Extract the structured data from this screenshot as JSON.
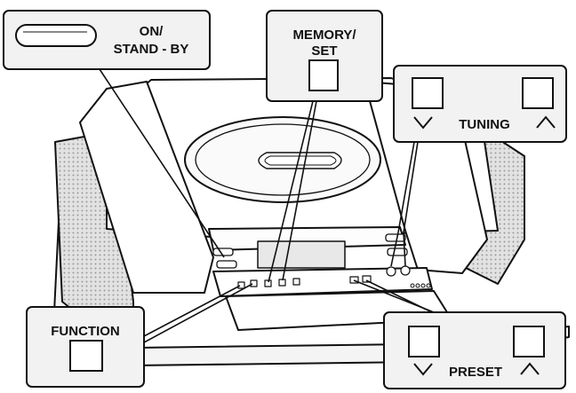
{
  "labels": {
    "power": [
      "ON/",
      "STAND - BY"
    ],
    "memory": [
      "MEMORY/",
      "SET"
    ],
    "tuning": "TUNING",
    "function": "FUNCTION",
    "preset": "PRESET"
  },
  "colors": {
    "ink": "#111111",
    "paper": "#ffffff",
    "panel_fill": "#f2f2f2",
    "cd_lid": "#fafafa",
    "display": "#e8e8e8",
    "speaker": "#d8d8d8"
  }
}
